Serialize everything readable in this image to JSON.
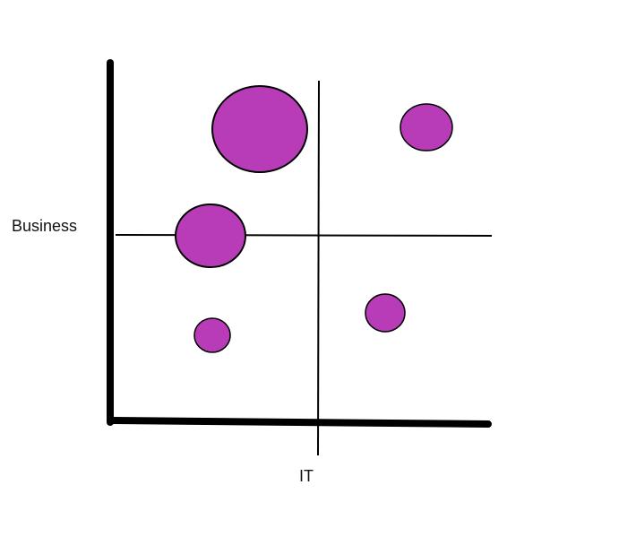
{
  "labels": {
    "y_axis": "Business",
    "x_axis": "IT"
  },
  "colors": {
    "bubble_fill": "#b83cb8",
    "line": "#000000"
  },
  "bubbles": [
    {
      "quadrant": "top-left",
      "relative_size": "large"
    },
    {
      "quadrant": "top-right",
      "relative_size": "small"
    },
    {
      "quadrant": "on-horizontal-divider-left",
      "relative_size": "medium"
    },
    {
      "quadrant": "bottom-left",
      "relative_size": "small"
    },
    {
      "quadrant": "bottom-right",
      "relative_size": "small"
    }
  ]
}
